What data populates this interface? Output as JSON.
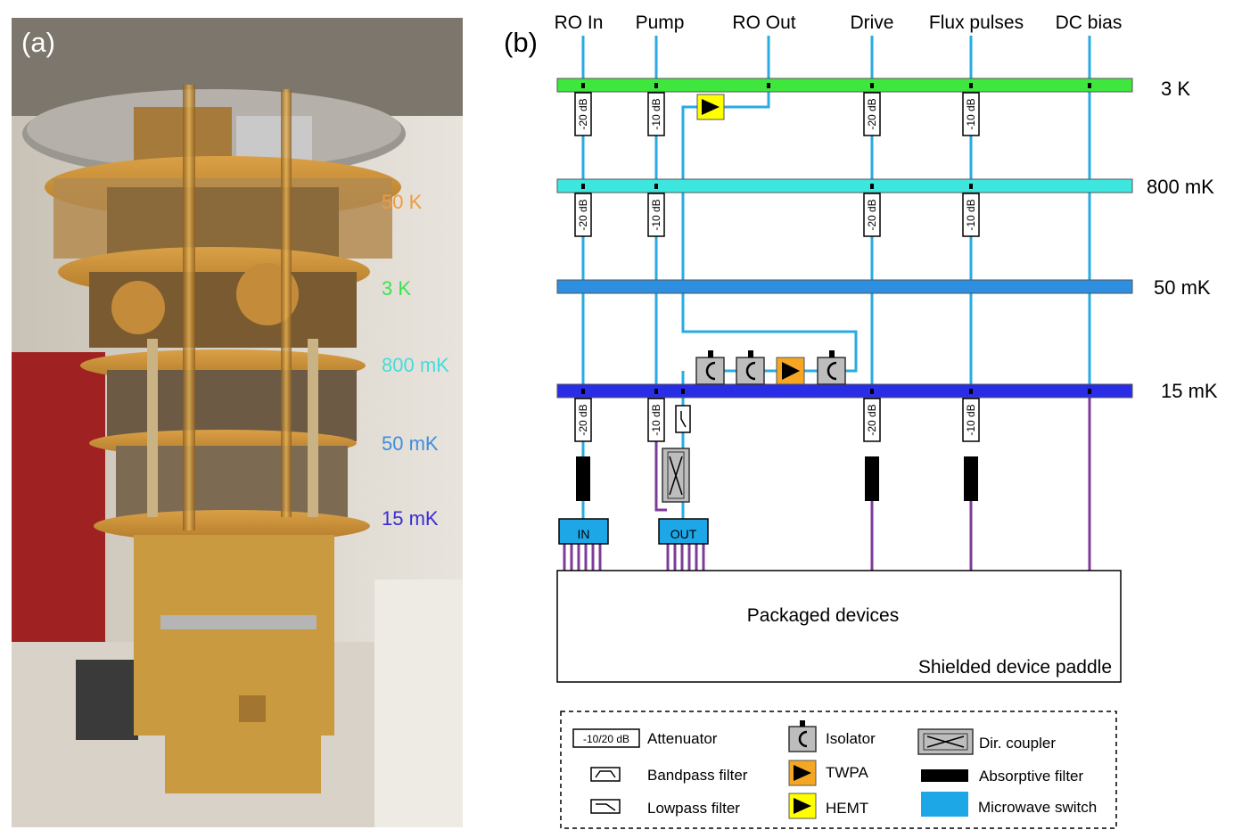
{
  "panel_a": {
    "label": "(a)",
    "stage_labels": [
      {
        "text": "50 K",
        "color": "#f29a3a"
      },
      {
        "text": "3 K",
        "color": "#3ee050"
      },
      {
        "text": "800 mK",
        "color": "#44dcdc"
      },
      {
        "text": "50 mK",
        "color": "#3d8fe0"
      },
      {
        "text": "15 mK",
        "color": "#3a2bd6"
      }
    ]
  },
  "panel_b": {
    "label": "(b)",
    "lines": [
      "RO In",
      "Pump",
      "RO Out",
      "Drive",
      "Flux pulses",
      "DC bias"
    ],
    "plates": [
      {
        "label": "3 K",
        "color": "#3ee63e"
      },
      {
        "label": "800 mK",
        "color": "#3ee6e0"
      },
      {
        "label": "50 mK",
        "color": "#2e8ee0"
      },
      {
        "label": "15 mK",
        "color": "#2a2de6"
      }
    ],
    "attenuators": {
      "3K": [
        "-20 dB",
        "-10 dB",
        "-20 dB",
        "-10 dB"
      ],
      "800mK": [
        "-20 dB",
        "-10 dB",
        "-20 dB",
        "-10 dB"
      ],
      "15mK": [
        "-20 dB",
        "-10 dB",
        "-20 dB",
        "-10 dB"
      ]
    },
    "switches": {
      "in": "IN",
      "out": "OUT"
    },
    "device_box": {
      "title": "Packaged devices",
      "subtitle": "Shielded device paddle"
    },
    "legend": {
      "attenuator_symbol": "-10/20 dB",
      "attenuator": "Attenuator",
      "bandpass": "Bandpass filter",
      "lowpass": "Lowpass filter",
      "isolator": "Isolator",
      "twpa": "TWPA",
      "hemt": "HEMT",
      "dir_coupler": "Dir. coupler",
      "absorptive": "Absorptive filter",
      "switch": "Microwave switch"
    },
    "colors": {
      "coax": "#29abe2",
      "twisted": "#7d3c98",
      "twpa": "#f5a623",
      "hemt": "#ffff00",
      "switch": "#1ea7e6"
    }
  }
}
